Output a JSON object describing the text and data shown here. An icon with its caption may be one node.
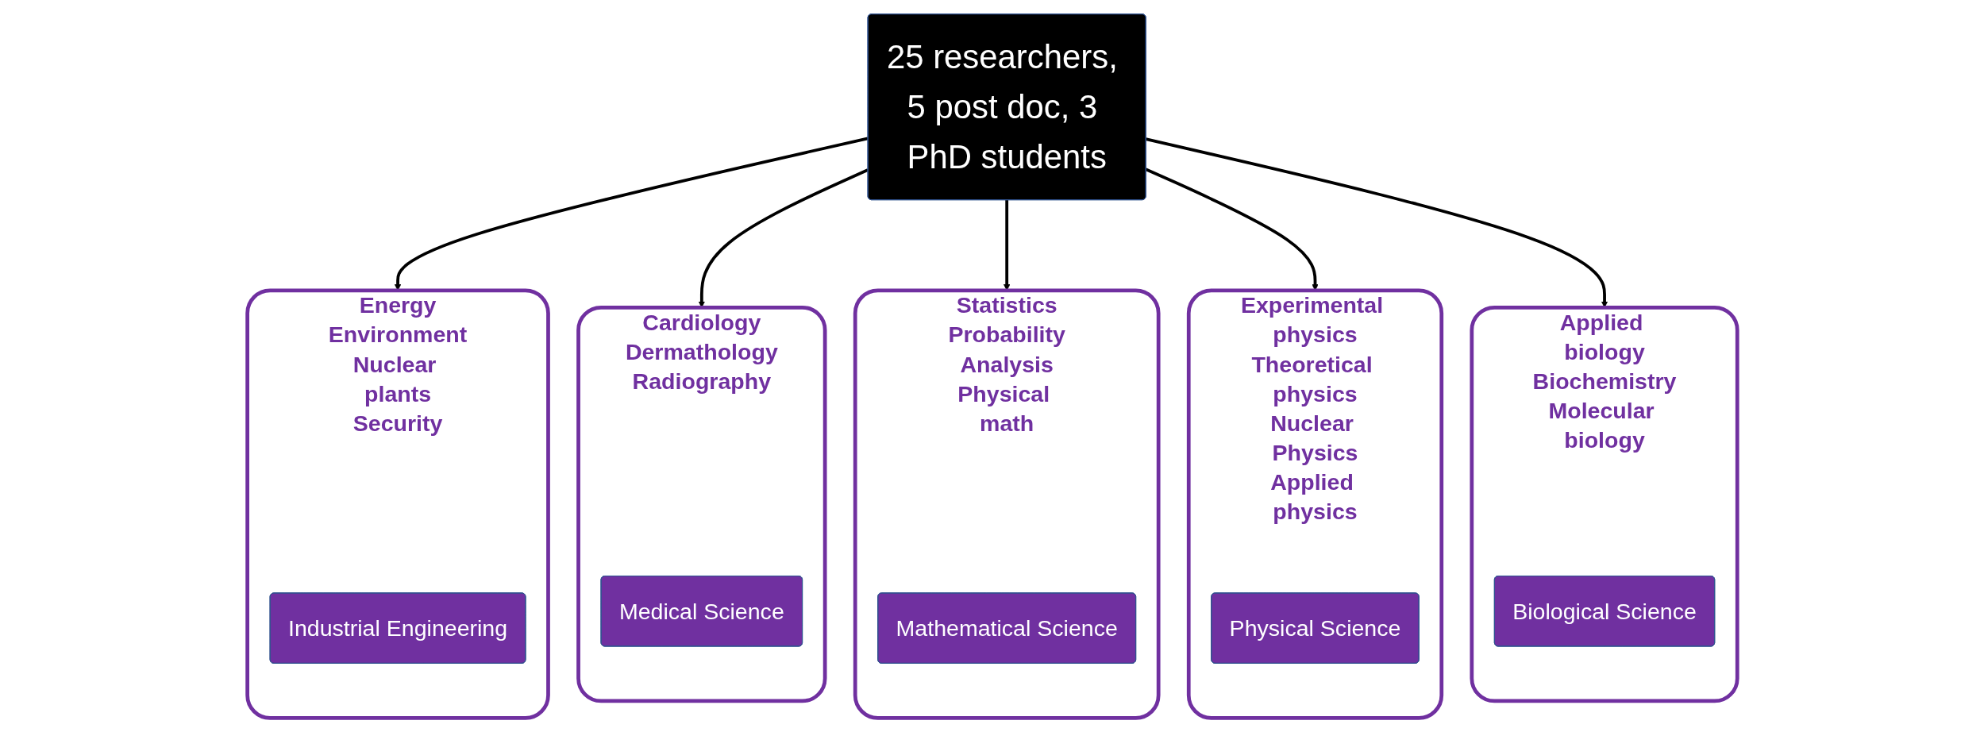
{
  "diagram": {
    "nodes": [
      {
        "text": [
          "25 researchers, 5 post doc, 3 PhD students"
        ]
      },
      {
        "text": [
          "Energy",
          "Environment",
          "Nuclear plants",
          "Security"
        ]
      },
      {
        "text": [
          "Industrial Engineering"
        ],
        "in": 1
      },
      {
        "text": [
          "Cardiology",
          "Dermathology",
          "Radiography"
        ]
      },
      {
        "text": [
          "Medical Science"
        ],
        "in": 3
      },
      {
        "text": [
          "Statistics",
          "Probability",
          "Analysis",
          "Physical math"
        ]
      },
      {
        "text": [
          "Mathematical Science"
        ],
        "in": 5
      },
      {
        "text": [
          "Experimental physics",
          "Theoretical physics",
          "Nuclear Physics",
          "Applied physics"
        ]
      },
      {
        "text": [
          "Physical Science"
        ],
        "in": 7
      },
      {
        "text": [
          "Applied biology",
          "Biochemistry",
          "Molecular biology"
        ]
      },
      {
        "text": [
          "Biological Science"
        ],
        "in": 9
      }
    ],
    "edges": [
      {
        "from": 0,
        "to": 1,
        "arrow": "to"
      },
      {
        "from": 0,
        "to": 3,
        "arrow": "to"
      },
      {
        "from": 0,
        "to": 5,
        "arrow": "to"
      },
      {
        "from": 0,
        "to": 7,
        "arrow": "to"
      },
      {
        "from": 0,
        "to": 9,
        "arrow": "to"
      }
    ]
  }
}
